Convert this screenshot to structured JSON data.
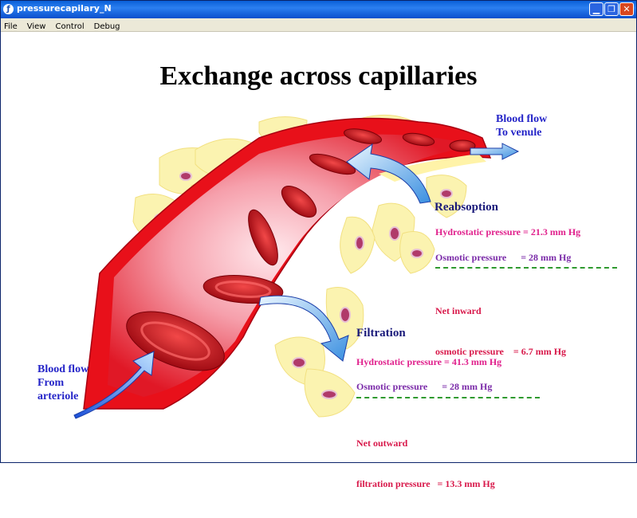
{
  "window": {
    "title": "pressurecapilary_N"
  },
  "menu": [
    "File",
    "View",
    "Control",
    "Debug"
  ],
  "main": {
    "heading": "Exchange across capillaries",
    "flow_out": {
      "line1": "Blood flow",
      "line2": "To venule"
    },
    "flow_in": {
      "line1": "Blood flow",
      "line2": "From",
      "line3": "arteriole"
    },
    "reabsorption": {
      "title": "Reabsoption",
      "hydrostatic": "Hydrostatic pressure = 21.3 mm Hg",
      "osmotic": "Osmotic pressure      = 28 mm Hg",
      "net_line1": "Net inward",
      "net_line2": "osmotic pressure    = 6.7 mm Hg"
    },
    "filtration": {
      "title": "Filtration",
      "hydrostatic": "Hydrostatic pressure = 41.3 mm Hg",
      "osmotic": "Osmotic pressure      = 28 mm Hg",
      "net_line1": "Net outward",
      "net_line2": "filtration pressure   = 13.3 mm Hg"
    }
  },
  "colors": {
    "vessel": "#e8101a",
    "cell": "#fbf3b0",
    "rbc": "#c8101a",
    "arrow": "#4aa6ee"
  }
}
